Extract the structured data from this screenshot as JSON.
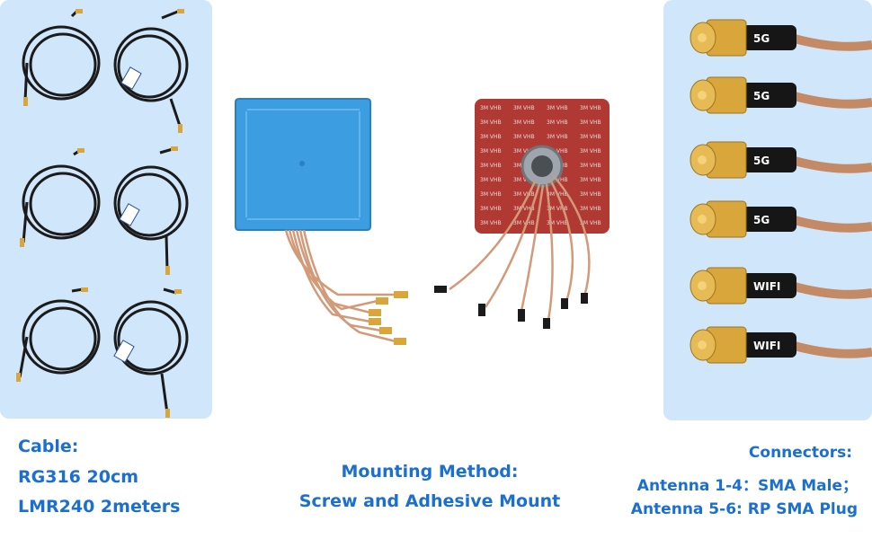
{
  "colors": {
    "accent_text": "#1a6fd0",
    "panel_bg": "#cfe6fb",
    "antenna_blue": "#3c9ee0",
    "adhesive_red": "#b03a33",
    "cable_copper": "#d29a78",
    "connector_gold": "#d8a63a",
    "sleeve_black": "#161616"
  },
  "cable": {
    "heading": "Cable:",
    "line1": "RG316 20cm",
    "line2": "LMR240 2meters"
  },
  "mounting": {
    "heading": "Mounting Method:",
    "line": "Screw and Adhesive Mount"
  },
  "connectors": {
    "heading": "Connectors:",
    "line1": "Antenna 1-4：SMA Male；",
    "line2": "Antenna 5-6: RP SMA Plug"
  },
  "connector_labels": [
    "5G",
    "5G",
    "5G",
    "5G",
    "WIFI",
    "WIFI"
  ],
  "adhesive_tape_text": "3M VHB"
}
